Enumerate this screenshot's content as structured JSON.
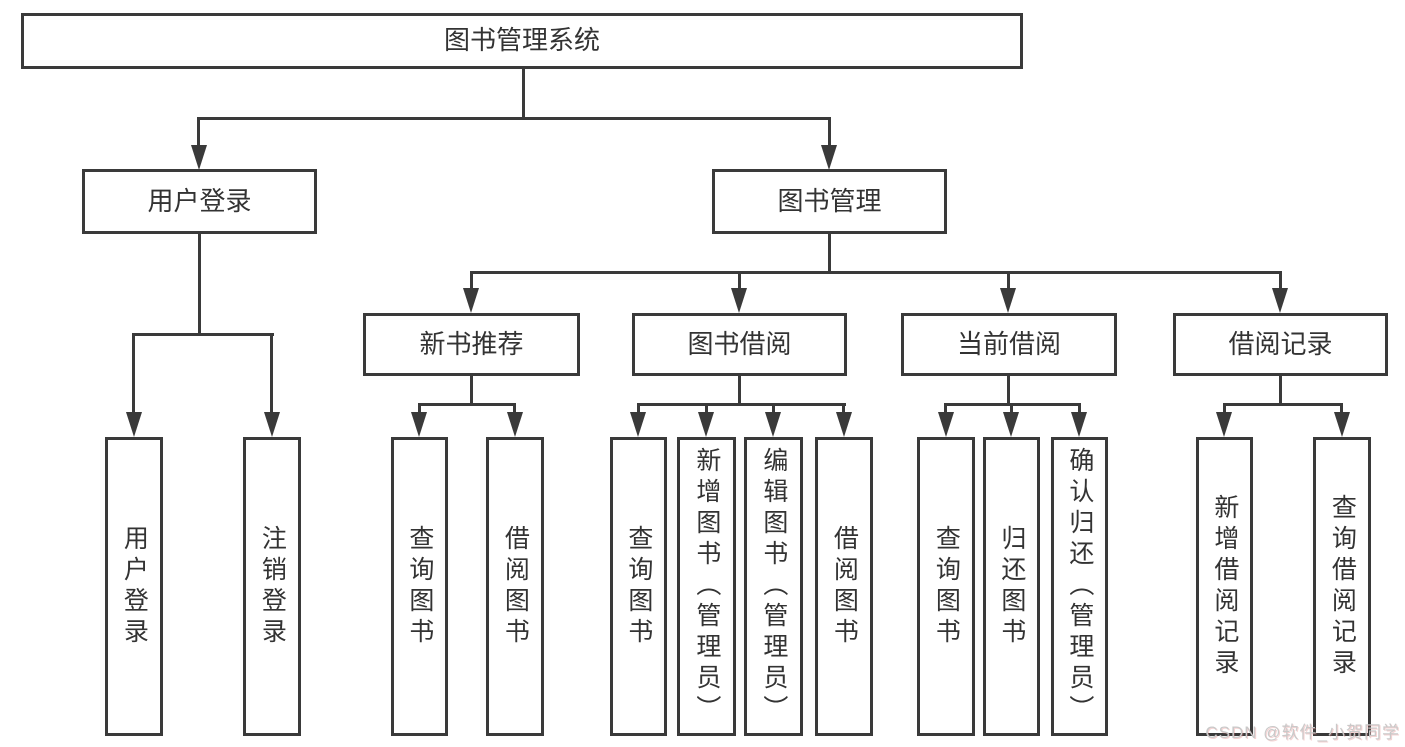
{
  "tree": {
    "label": "图书管理系统",
    "children": [
      {
        "label": "用户登录",
        "children": [
          {
            "label": "用户登录"
          },
          {
            "label": "注销登录"
          }
        ]
      },
      {
        "label": "图书管理",
        "children": [
          {
            "label": "新书推荐",
            "children": [
              {
                "label": "查询图书"
              },
              {
                "label": "借阅图书"
              }
            ]
          },
          {
            "label": "图书借阅",
            "children": [
              {
                "label": "查询图书"
              },
              {
                "label": "新增图书（管理员）"
              },
              {
                "label": "编辑图书（管理员）"
              },
              {
                "label": "借阅图书"
              }
            ]
          },
          {
            "label": "当前借阅",
            "children": [
              {
                "label": "查询图书"
              },
              {
                "label": "归还图书"
              },
              {
                "label": "确认归还（管理员）"
              }
            ]
          },
          {
            "label": "借阅记录",
            "children": [
              {
                "label": "新增借阅记录"
              },
              {
                "label": "查询借阅记录"
              }
            ]
          }
        ]
      }
    ]
  },
  "watermark": {
    "text": "CSDN @软件_小贺同学"
  },
  "colors": {
    "line": "#3a3a3a",
    "text": "#333333",
    "background": "#ffffff",
    "watermark": "#c9c9c9"
  }
}
